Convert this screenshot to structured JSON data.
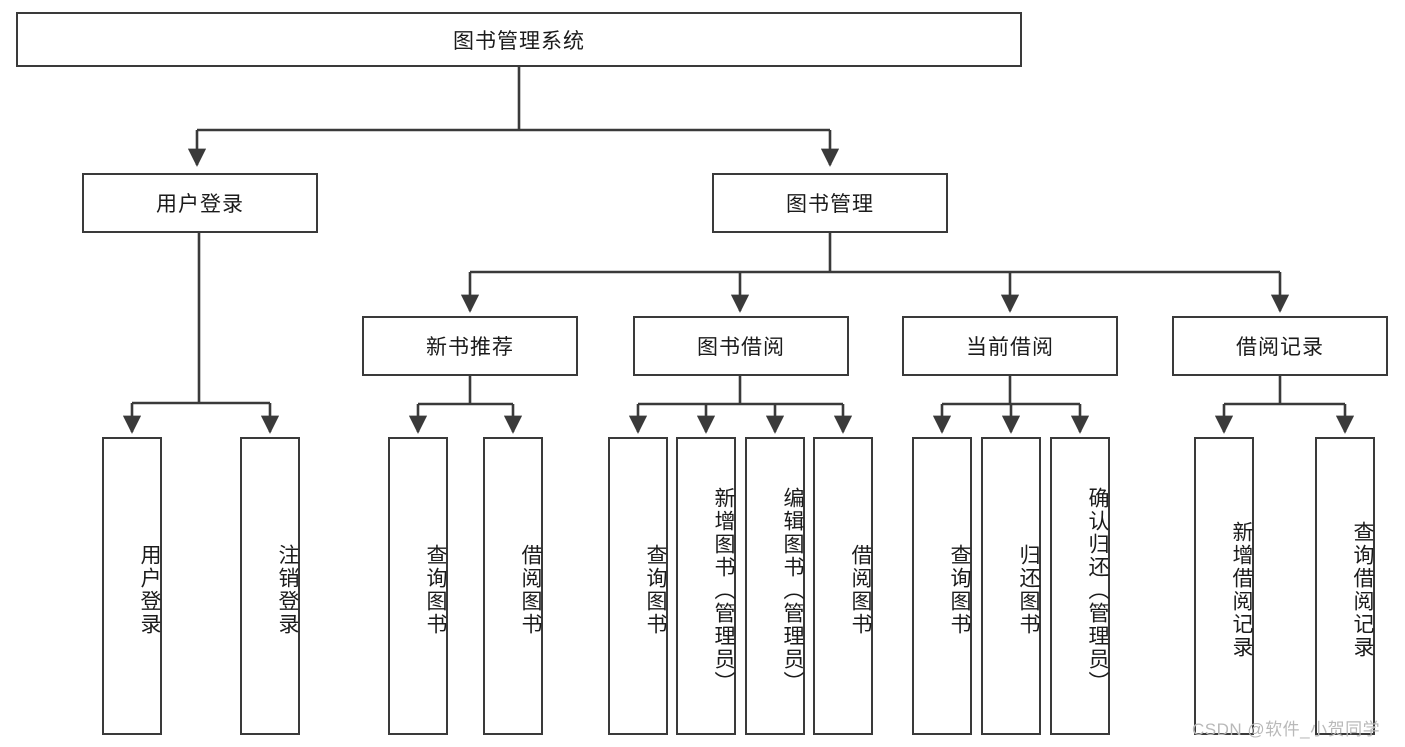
{
  "diagram": {
    "title": "图书管理系统",
    "root": {
      "id": "root",
      "label": "图书管理系统"
    },
    "level1": [
      {
        "id": "user-login",
        "label": "用户登录"
      },
      {
        "id": "book-manage",
        "label": "图书管理"
      }
    ],
    "level2": [
      {
        "id": "new-book-recommend",
        "label": "新书推荐"
      },
      {
        "id": "book-borrow",
        "label": "图书借阅"
      },
      {
        "id": "current-borrow",
        "label": "当前借阅"
      },
      {
        "id": "borrow-record",
        "label": "借阅记录"
      }
    ],
    "leaves": {
      "user_login": [
        {
          "id": "leaf-user-login",
          "label": "用户登录"
        },
        {
          "id": "leaf-logout-login",
          "label": "注销登录"
        }
      ],
      "new_book_recommend": [
        {
          "id": "leaf-query-book-1",
          "label": "查询图书"
        },
        {
          "id": "leaf-borrow-book-1",
          "label": "借阅图书"
        }
      ],
      "book_borrow": [
        {
          "id": "leaf-query-book-2",
          "label": "查询图书"
        },
        {
          "id": "leaf-add-book",
          "label": "新增图书（管理员）"
        },
        {
          "id": "leaf-edit-book",
          "label": "编辑图书（管理员）"
        },
        {
          "id": "leaf-borrow-book-2",
          "label": "借阅图书"
        }
      ],
      "current_borrow": [
        {
          "id": "leaf-query-book-3",
          "label": "查询图书"
        },
        {
          "id": "leaf-return-book",
          "label": "归还图书"
        },
        {
          "id": "leaf-confirm-return",
          "label": "确认归还（管理员）"
        }
      ],
      "borrow_record": [
        {
          "id": "leaf-add-record",
          "label": "新增借阅记录"
        },
        {
          "id": "leaf-query-record",
          "label": "查询借阅记录"
        }
      ]
    },
    "watermark": "CSDN @软件_小贺同学",
    "colors": {
      "stroke": "#3a3a3a",
      "text": "#1b1b1b",
      "background": "#ffffff",
      "watermark": "#b9b9b9"
    }
  }
}
